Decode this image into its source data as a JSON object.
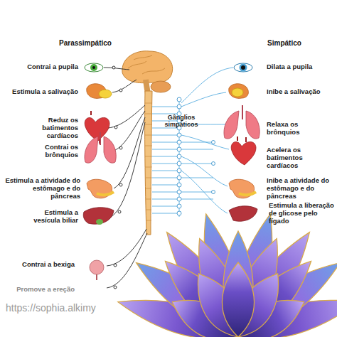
{
  "diagram": {
    "labels": [
      "Parassimpático",
      "Simpático",
      "Contrai a pupila",
      "Estimula a salivação",
      "Reduz os batimentos cardíacos",
      "Contrai os brônquios",
      "Estimula a atividade do estômago e do pâncreas",
      "Estimula a vesícula biliar",
      "Contrai a bexiga",
      "Promove a ereção",
      "Gânglios simpáticos",
      "Dilata a pupila",
      "Inibe a salivação",
      "Relaxa os brônquios",
      "Acelera os batimentos cardíacos",
      "Inibe a atividade do estômago e do pâncreas",
      "Estimula a liberação de glicose pelo fígado",
      "https://sophia.alkimy"
    ]
  }
}
